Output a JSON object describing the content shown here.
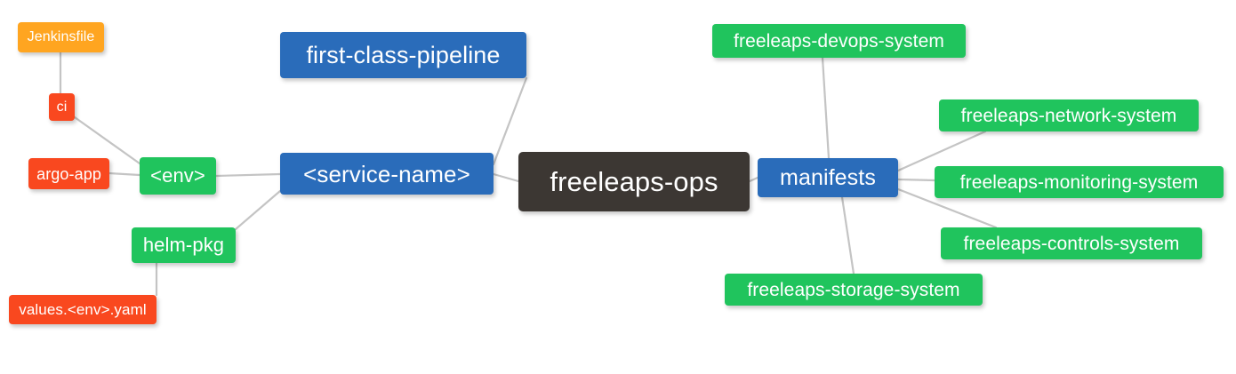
{
  "diagram": {
    "type": "mindmap",
    "title": "freeleaps-ops",
    "background": "#ffffff",
    "edge_color": "#c4c4c4",
    "colors": {
      "root": "#3c3733",
      "blue": "#2a6cba",
      "green": "#20c45d",
      "red": "#f9481f",
      "orange": "#ffa520",
      "text": "#ffffff"
    }
  },
  "nodes": {
    "root": {
      "label": "freeleaps-ops",
      "color": "root"
    },
    "service_name": {
      "label": "<service-name>",
      "color": "blue"
    },
    "first_class_pipeline": {
      "label": "first-class-pipeline",
      "color": "blue"
    },
    "manifests": {
      "label": "manifests",
      "color": "blue"
    },
    "env": {
      "label": "<env>",
      "color": "green"
    },
    "helm_pkg": {
      "label": "helm-pkg",
      "color": "green"
    },
    "argo_app": {
      "label": "argo-app",
      "color": "red"
    },
    "values_yaml": {
      "label": "values.<env>.yaml",
      "color": "red"
    },
    "ci": {
      "label": "ci",
      "color": "red"
    },
    "jenkinsfile": {
      "label": "Jenkinsfile",
      "color": "orange"
    },
    "devops_system": {
      "label": "freeleaps-devops-system",
      "color": "green"
    },
    "network_system": {
      "label": "freeleaps-network-system",
      "color": "green"
    },
    "monitoring_system": {
      "label": "freeleaps-monitoring-system",
      "color": "green"
    },
    "controls_system": {
      "label": "freeleaps-controls-system",
      "color": "green"
    },
    "storage_system": {
      "label": "freeleaps-storage-system",
      "color": "green"
    }
  },
  "edges": [
    {
      "from": "root",
      "to": "service_name"
    },
    {
      "from": "root",
      "to": "manifests"
    },
    {
      "from": "service_name",
      "to": "first_class_pipeline"
    },
    {
      "from": "service_name",
      "to": "env"
    },
    {
      "from": "service_name",
      "to": "helm_pkg"
    },
    {
      "from": "env",
      "to": "ci"
    },
    {
      "from": "env",
      "to": "argo_app"
    },
    {
      "from": "ci",
      "to": "jenkinsfile"
    },
    {
      "from": "helm_pkg",
      "to": "values_yaml"
    },
    {
      "from": "manifests",
      "to": "devops_system"
    },
    {
      "from": "manifests",
      "to": "network_system"
    },
    {
      "from": "manifests",
      "to": "monitoring_system"
    },
    {
      "from": "manifests",
      "to": "controls_system"
    },
    {
      "from": "manifests",
      "to": "storage_system"
    }
  ]
}
